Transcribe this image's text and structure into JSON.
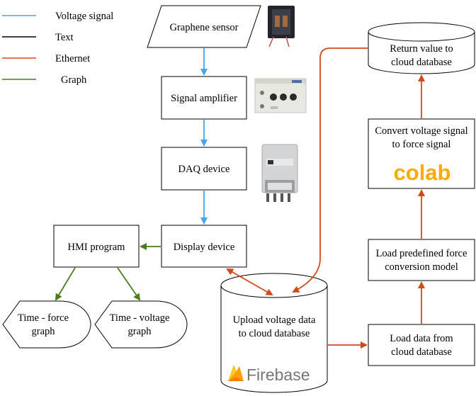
{
  "legend": {
    "items": [
      {
        "label": "Voltage signal",
        "color": "#4aa3e8"
      },
      {
        "label": "Text",
        "color": "#000000"
      },
      {
        "label": "Ethernet",
        "color": "#d04a1c"
      },
      {
        "label": "Graph",
        "color": "#4a7d1e"
      }
    ]
  },
  "nodes": {
    "graphene_sensor": "Graphene sensor",
    "signal_amplifier": "Signal amplifier",
    "daq_device": "DAQ device",
    "display_device": "Display device",
    "hmi_program": "HMI program",
    "time_force_graph": [
      "Time - force",
      "graph"
    ],
    "time_voltage_graph": [
      "Time - voltage",
      "graph"
    ],
    "upload_cloud": [
      "Upload voltage data",
      "to cloud database"
    ],
    "load_data_cloud": [
      "Load data from",
      "cloud database"
    ],
    "load_model": [
      "Load predefined force",
      "conversion model"
    ],
    "convert_signal": [
      "Convert voltage signal",
      "to force signal"
    ],
    "return_value": [
      "Return value to",
      "cloud database"
    ]
  },
  "brands": {
    "colab": "colab",
    "firebase": "Firebase",
    "colab_color": "#f9ab00",
    "firebase_color": "#f57c00"
  },
  "icons": {
    "sensor": "graphene-sensor-photo",
    "amplifier": "signal-amplifier-photo",
    "daq": "daq-device-photo"
  }
}
